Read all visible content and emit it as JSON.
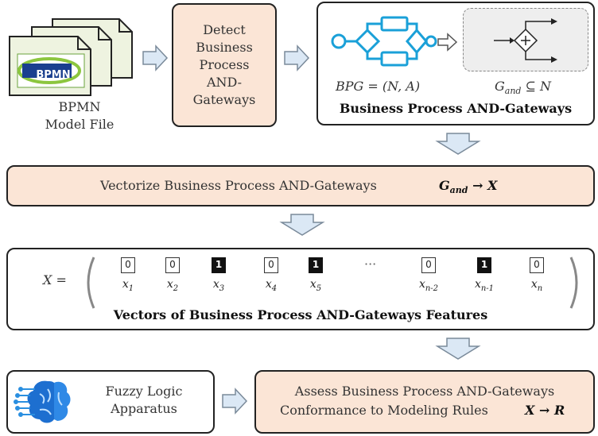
{
  "bpmn_file": {
    "logo_text": "BPMN",
    "caption_line1": "BPMN",
    "caption_line2": "Model File"
  },
  "detect_box": {
    "lines": [
      "Detect",
      "Business",
      "Process",
      "AND-",
      "Gateways"
    ]
  },
  "gateways_box": {
    "bpg_formula": "BPG = (N, A)",
    "gand_formula_prefix": "G",
    "gand_formula_sub": "and",
    "gand_formula_suffix": "⊆ N",
    "title": "Business Process AND-Gateways"
  },
  "vectorize_box": {
    "label": "Vectorize Business Process AND-Gateways",
    "formula": "G",
    "formula_sub": "and",
    "formula_tail": "→ X"
  },
  "vector_box": {
    "x_label": "X =",
    "cells": [
      {
        "value": "0",
        "on": false,
        "sub": "x",
        "idx": "1"
      },
      {
        "value": "0",
        "on": false,
        "sub": "x",
        "idx": "2"
      },
      {
        "value": "1",
        "on": true,
        "sub": "x",
        "idx": "3"
      },
      {
        "value": "0",
        "on": false,
        "sub": "x",
        "idx": "4"
      },
      {
        "value": "1",
        "on": true,
        "sub": "x",
        "idx": "5"
      },
      {
        "value": "0",
        "on": false,
        "sub": "x",
        "idx": "n-2"
      },
      {
        "value": "1",
        "on": true,
        "sub": "x",
        "idx": "n-1"
      },
      {
        "value": "0",
        "on": false,
        "sub": "x",
        "idx": "n"
      }
    ],
    "ellipsis": "···",
    "title": "Vectors of Business Process AND-Gateways Features"
  },
  "fuzzy_box": {
    "line1": "Fuzzy Logic",
    "line2": "Apparatus"
  },
  "assess_box": {
    "line1": "Assess Business Process AND-Gateways",
    "line2": "Conformance to Modeling Rules",
    "formula": "X → R"
  },
  "colors": {
    "peach": "#fbe5d6",
    "arrow_fill": "#dbe8f5",
    "arrow_stroke": "#7a8a9a",
    "bpmn_blue": "#1aa0d8",
    "doc_green": "#eef3e0"
  }
}
